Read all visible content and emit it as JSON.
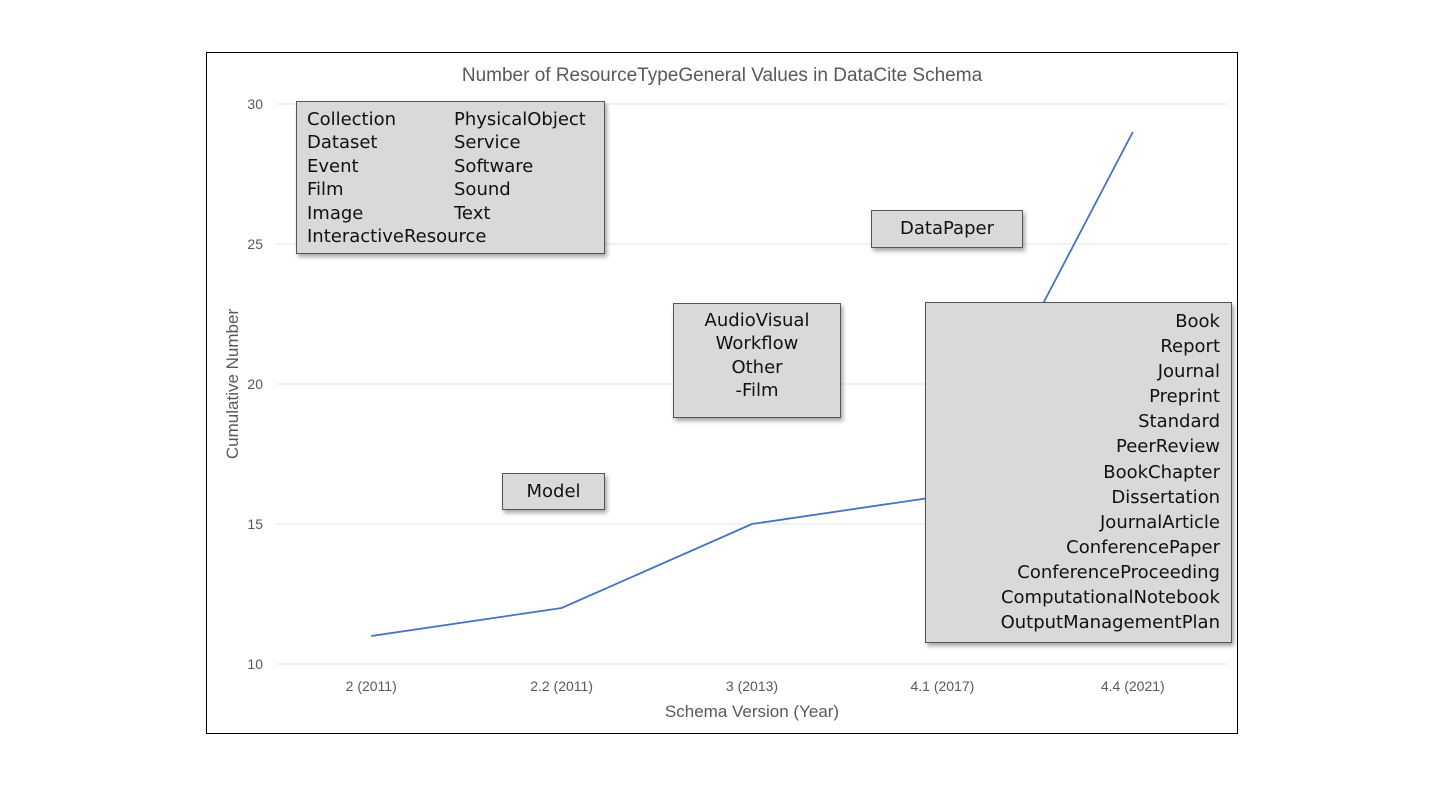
{
  "chart_data": {
    "type": "line",
    "title": "Number of ResourceTypeGeneral Values in DataCite Schema",
    "xlabel": "Schema Version (Year)",
    "ylabel": "Cumulative Number",
    "categories": [
      "2 (2011)",
      "2.2 (2011)",
      "3 (2013)",
      "4.1 (2017)",
      "4.4 (2021)"
    ],
    "series": [
      {
        "values": [
          11,
          12,
          15,
          16,
          29
        ],
        "color": "#4472c4"
      }
    ],
    "ylim": [
      10,
      30
    ],
    "yticks": [
      10,
      15,
      20,
      25,
      30
    ],
    "grid": true,
    "legend": "none"
  },
  "annotations": {
    "v2_2011_col_a": [
      "Collection",
      "Dataset",
      "Event",
      "Film",
      "Image",
      "InteractiveResource"
    ],
    "v2_2011_col_b": [
      "PhysicalObject",
      "Service",
      "Software",
      "Sound",
      "Text"
    ],
    "v2_2_2011": "Model",
    "v3_2013": [
      "AudioVisual",
      "Workflow",
      "Other",
      "-Film"
    ],
    "v4_1_2017": "DataPaper",
    "v4_4_2021": [
      "Book",
      "Report",
      "Journal",
      "Preprint",
      "Standard",
      "PeerReview",
      "BookChapter",
      "Dissertation",
      "JournalArticle",
      "ConferencePaper",
      "ConferenceProceeding",
      "ComputationalNotebook",
      "OutputManagementPlan"
    ]
  }
}
